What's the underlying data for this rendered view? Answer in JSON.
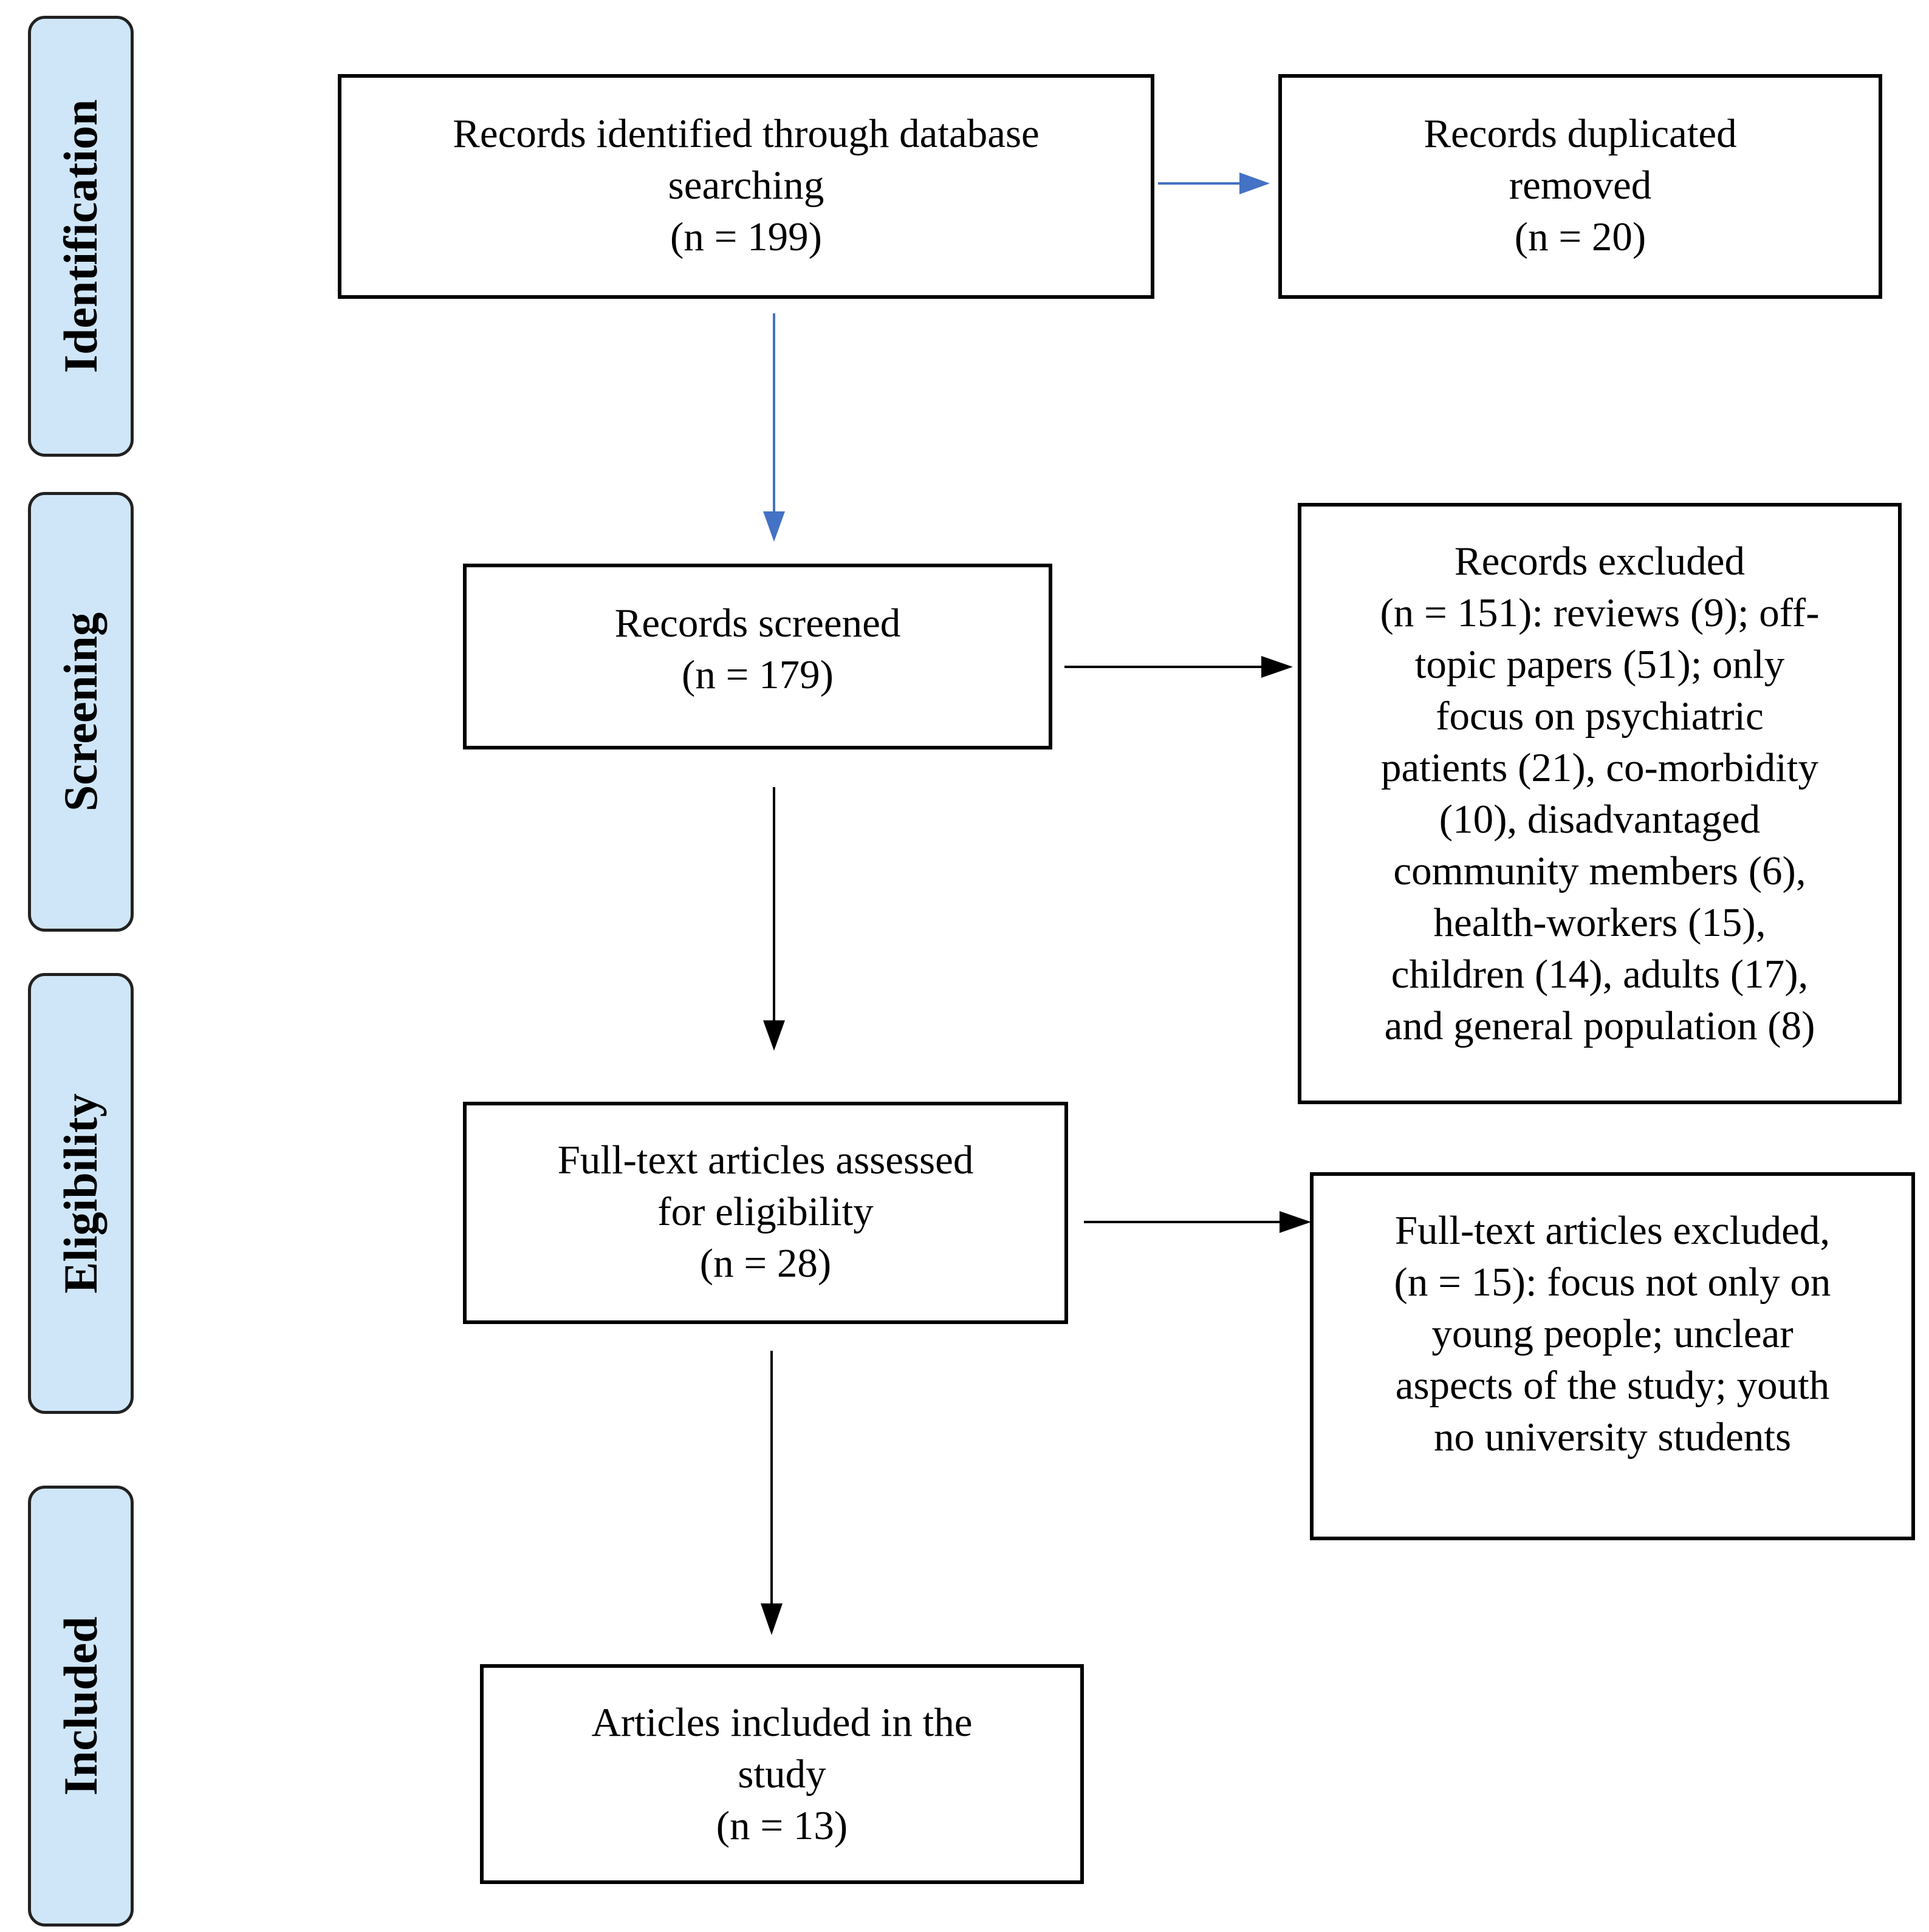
{
  "colors": {
    "stage_fill": "#cfe6f8",
    "stage_border": "#222222",
    "blue_arrow": "#4472c4",
    "black_arrow": "#000000"
  },
  "stages": {
    "identification": "Identification",
    "screening": "Screening",
    "eligibility": "Eligibility",
    "included": "Included"
  },
  "boxes": {
    "identified": {
      "line1": "Records identified through database",
      "line2": "searching",
      "count": "(n = 199)"
    },
    "duplicates": {
      "line1": "Records duplicated",
      "line2": "removed",
      "count": "(n = 20)"
    },
    "screened": {
      "line1": "Records screened",
      "count": "(n = 179)"
    },
    "excluded": {
      "lines": [
        "Records excluded",
        "(n = 151): reviews (9); off-",
        "topic papers (51); only",
        "focus on psychiatric",
        "patients (21), co-morbidity",
        "(10), disadvantaged",
        "community members (6),",
        "health-workers (15),",
        "children (14), adults (17),",
        "and general population (8)"
      ]
    },
    "fulltext": {
      "line1": "Full-text articles assessed",
      "line2": "for eligibility",
      "count": "(n = 28)"
    },
    "fulltext_excluded": {
      "lines": [
        "Full-text articles excluded,",
        "(n = 15): focus not only on",
        "young people; unclear",
        "aspects of the study; youth",
        "no university students"
      ]
    },
    "included": {
      "line1": "Articles included in the",
      "line2": "study",
      "count": "(n = 13)"
    }
  }
}
